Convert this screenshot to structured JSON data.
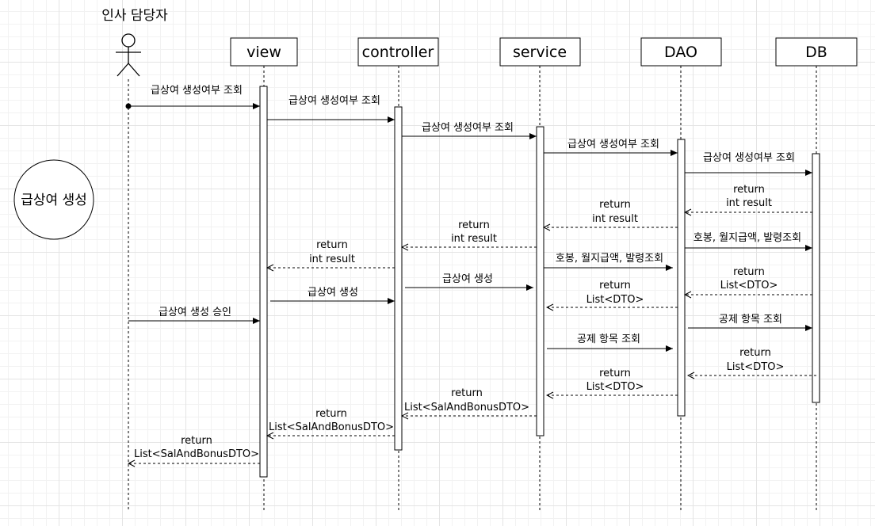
{
  "actor": {
    "label": "인사 담당자"
  },
  "note": {
    "label": "급상여 생성"
  },
  "participants": [
    {
      "id": "view",
      "label": "view"
    },
    {
      "id": "controller",
      "label": "controller"
    },
    {
      "id": "service",
      "label": "service"
    },
    {
      "id": "dao",
      "label": "DAO"
    },
    {
      "id": "db",
      "label": "DB"
    }
  ],
  "messages": [
    {
      "id": "m1",
      "kind": "call",
      "lines": [
        "급상여 생성여부 조회"
      ]
    },
    {
      "id": "m2",
      "kind": "call",
      "lines": [
        "급상여 생성여부 조회"
      ]
    },
    {
      "id": "m3",
      "kind": "call",
      "lines": [
        "급상여 생성여부 조회"
      ]
    },
    {
      "id": "m4",
      "kind": "call",
      "lines": [
        "급상여 생성여부 조회"
      ]
    },
    {
      "id": "m5",
      "kind": "call",
      "lines": [
        "급상여 생성여부 조회"
      ]
    },
    {
      "id": "m6",
      "kind": "return",
      "lines": [
        "return",
        "int result"
      ]
    },
    {
      "id": "m7",
      "kind": "return",
      "lines": [
        "return",
        "int result"
      ]
    },
    {
      "id": "m8",
      "kind": "return",
      "lines": [
        "return",
        "int result"
      ]
    },
    {
      "id": "m9",
      "kind": "return",
      "lines": [
        "return",
        "int result"
      ]
    },
    {
      "id": "m10",
      "kind": "call",
      "lines": [
        "호봉, 월지급액, 발령조회"
      ]
    },
    {
      "id": "m11",
      "kind": "call",
      "lines": [
        "호봉, 월지급액, 발령조회"
      ]
    },
    {
      "id": "m12",
      "kind": "return",
      "lines": [
        "return",
        "List<DTO>"
      ]
    },
    {
      "id": "m13",
      "kind": "call",
      "lines": [
        "급상여 생성"
      ]
    },
    {
      "id": "m14",
      "kind": "return",
      "lines": [
        "return",
        "List<DTO>"
      ]
    },
    {
      "id": "m15",
      "kind": "call",
      "lines": [
        "급상여 생성"
      ]
    },
    {
      "id": "m16",
      "kind": "call",
      "lines": [
        "급상여 생성 승인"
      ]
    },
    {
      "id": "m17",
      "kind": "call",
      "lines": [
        "공제 항목 조회"
      ]
    },
    {
      "id": "m18",
      "kind": "call",
      "lines": [
        "공제 항목 조회"
      ]
    },
    {
      "id": "m19",
      "kind": "return",
      "lines": [
        "return",
        "List<DTO>"
      ]
    },
    {
      "id": "m20",
      "kind": "return",
      "lines": [
        "return",
        "List<DTO>"
      ]
    },
    {
      "id": "m21",
      "kind": "return",
      "lines": [
        "return",
        "List<SalAndBonusDTO>"
      ]
    },
    {
      "id": "m22",
      "kind": "return",
      "lines": [
        "return",
        "List<SalAndBonusDTO>"
      ]
    },
    {
      "id": "m23",
      "kind": "return",
      "lines": [
        "return",
        "List<SalAndBonusDTO>"
      ]
    }
  ]
}
